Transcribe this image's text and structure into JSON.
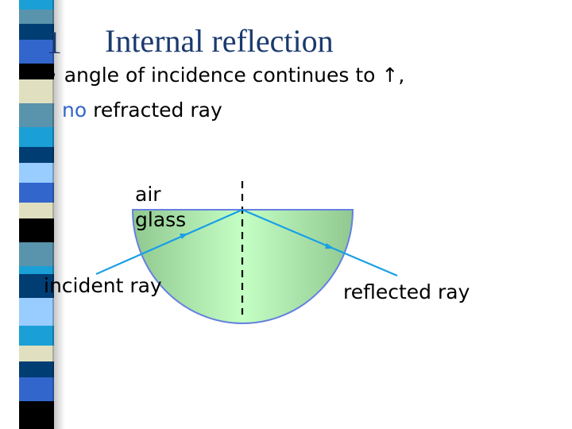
{
  "slide": {
    "number": "1",
    "title": "Internal reflection",
    "bullet": "angle of incidence continues to ↑,",
    "line2_highlight": "no",
    "line2_rest": " refracted ray"
  },
  "diagram": {
    "labels": {
      "air": "air",
      "glass": "glass",
      "incident": "incident ray",
      "reflected": "reflected ray"
    },
    "colors": {
      "ray": "#1a9fe6",
      "glass_outline": "#6680e0",
      "glass_fill_center": "#c4ffc4",
      "glass_fill_edge": "#90c890",
      "normal": "#000000"
    }
  },
  "decor": {
    "stripe_colors": [
      "#1a9fd6",
      "#5a93ac",
      "#003d73",
      "#3366cc",
      "#000000",
      "#e0e0c0",
      "#5a93ac",
      "#1a9fd6",
      "#003d73",
      "#99ccff",
      "#3366cc",
      "#e0e0c0",
      "#000000",
      "#5a93ac",
      "#1a9fd6",
      "#003d73",
      "#99ccff",
      "#1a9fd6",
      "#e0e0c0",
      "#003d73",
      "#3366cc",
      "#000000"
    ]
  }
}
